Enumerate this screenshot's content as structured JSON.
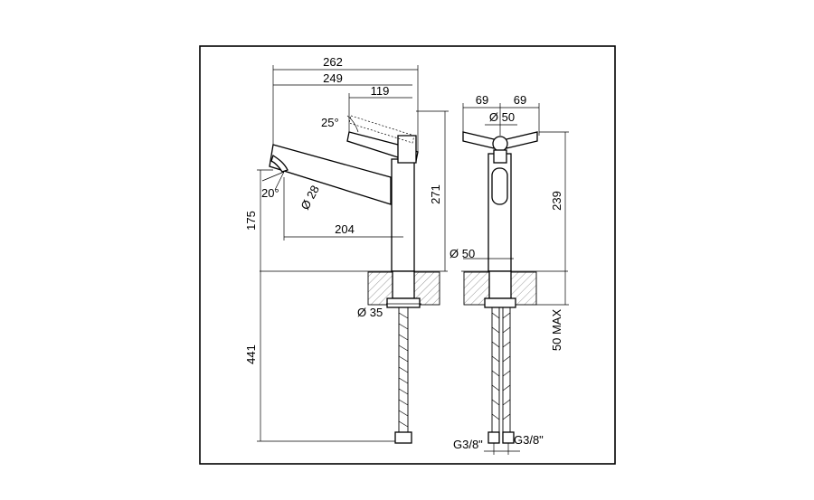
{
  "side_view": {
    "dim_total_width": "262",
    "dim_spout_width": "249",
    "dim_handle_offset": "119",
    "dim_handle_angle": "25°",
    "dim_spout_angle": "20°",
    "dim_spout_diameter": "Ø 28",
    "dim_body_height": "271",
    "dim_spout_height": "175",
    "dim_reach": "204",
    "dim_shank_diameter": "Ø 35",
    "dim_hose_length": "441"
  },
  "front_view": {
    "dim_handle_left": "69",
    "dim_handle_right": "69",
    "dim_top_diameter": "Ø 50",
    "dim_base_diameter": "Ø 50",
    "dim_body_height": "239",
    "dim_max_deck": "50 MAX",
    "thread_left": "G3/8\"",
    "thread_right": "G3/8\""
  }
}
